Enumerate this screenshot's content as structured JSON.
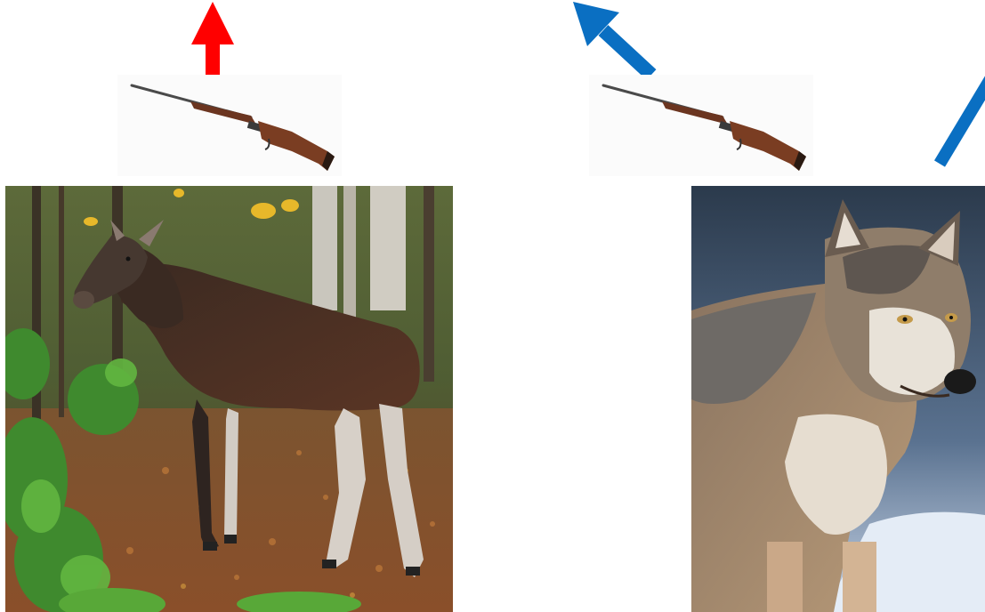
{
  "panels": [
    {
      "subject": "moose",
      "arrow": {
        "color": "#ff0000",
        "direction": "up"
      },
      "weapon": "rifle-icon"
    },
    {
      "subject": "wolf",
      "arrow": {
        "color": "#0a6fc2",
        "direction": "up-left"
      },
      "weapon": "rifle-icon"
    }
  ],
  "extra_arrow": {
    "color": "#0a6fc2",
    "direction": "up-right"
  },
  "colors": {
    "background": "#ffffff",
    "red_arrow": "#ff0000",
    "blue_arrow": "#0a6fc2",
    "rifle_stock": "#6b3520",
    "rifle_barrel": "#4a4a4a"
  }
}
